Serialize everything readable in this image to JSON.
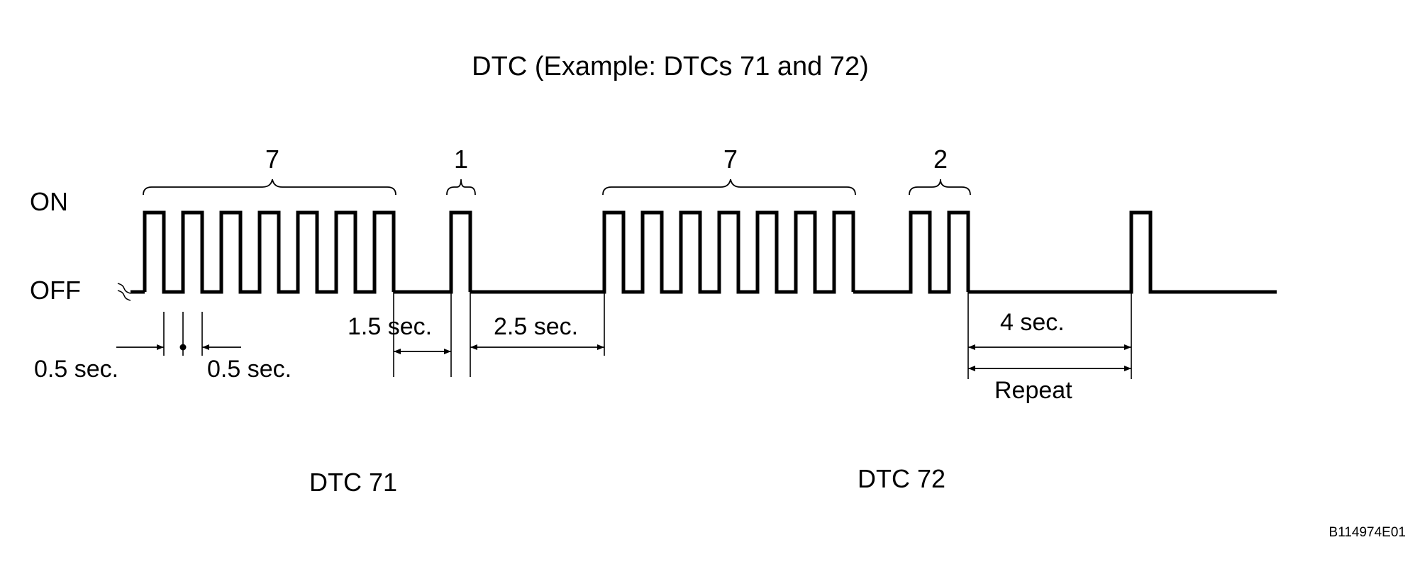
{
  "title": "DTC (Example: DTCs 71 and 72)",
  "axis": {
    "on_label": "ON",
    "off_label": "OFF"
  },
  "groups": [
    {
      "count_label": "7",
      "pulses": 7
    },
    {
      "count_label": "1",
      "pulses": 1
    },
    {
      "count_label": "7",
      "pulses": 7
    },
    {
      "count_label": "2",
      "pulses": 2
    }
  ],
  "dimensions": {
    "pulse_on": "0.5 sec.",
    "pulse_off": "0.5 sec.",
    "digit_gap": "1.5 sec.",
    "code_gap": "2.5 sec.",
    "repeat_gap": "4 sec.",
    "repeat_label": "Repeat"
  },
  "codes": {
    "first": "DTC 71",
    "second": "DTC 72"
  },
  "figure_code": "B114974E01"
}
